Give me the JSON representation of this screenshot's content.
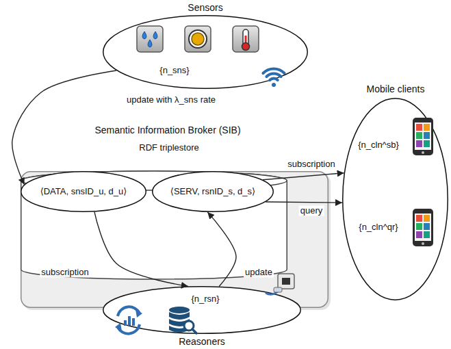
{
  "diagram": {
    "nodes": [
      {
        "text": [
          "Sensors",
          "{n_sns}"
        ]
      },
      {
        "text": [
          "Semantic Information Broker (SIB)"
        ]
      },
      {
        "text": [
          "RDF triplestore"
        ],
        "in": 1
      },
      {
        "text": [
          "⟨DATA, snsID_u, d_u⟩"
        ],
        "in": 2
      },
      {
        "text": [
          "⟨SERV, rsnID_s, d_s⟩"
        ],
        "in": 2
      },
      {
        "text": [
          "Mobile clients",
          "{n_cln^sb}",
          "{n_cln^qr}"
        ]
      },
      {
        "text": [
          "{n_rsn}",
          "Reasoners"
        ]
      }
    ],
    "edges": [
      {
        "from": 0,
        "to": 3,
        "arrow": "to",
        "label": "update with λ_sns rate"
      },
      {
        "from": 4,
        "to": 5,
        "arrow": "to",
        "label": "subscription"
      },
      {
        "from": 4,
        "to": 5,
        "arrow": "to",
        "label": "query"
      },
      {
        "from": 3,
        "to": 6,
        "arrow": "to",
        "label": "subscription"
      },
      {
        "from": 6,
        "to": 4,
        "arrow": "to",
        "label": "update"
      }
    ]
  }
}
